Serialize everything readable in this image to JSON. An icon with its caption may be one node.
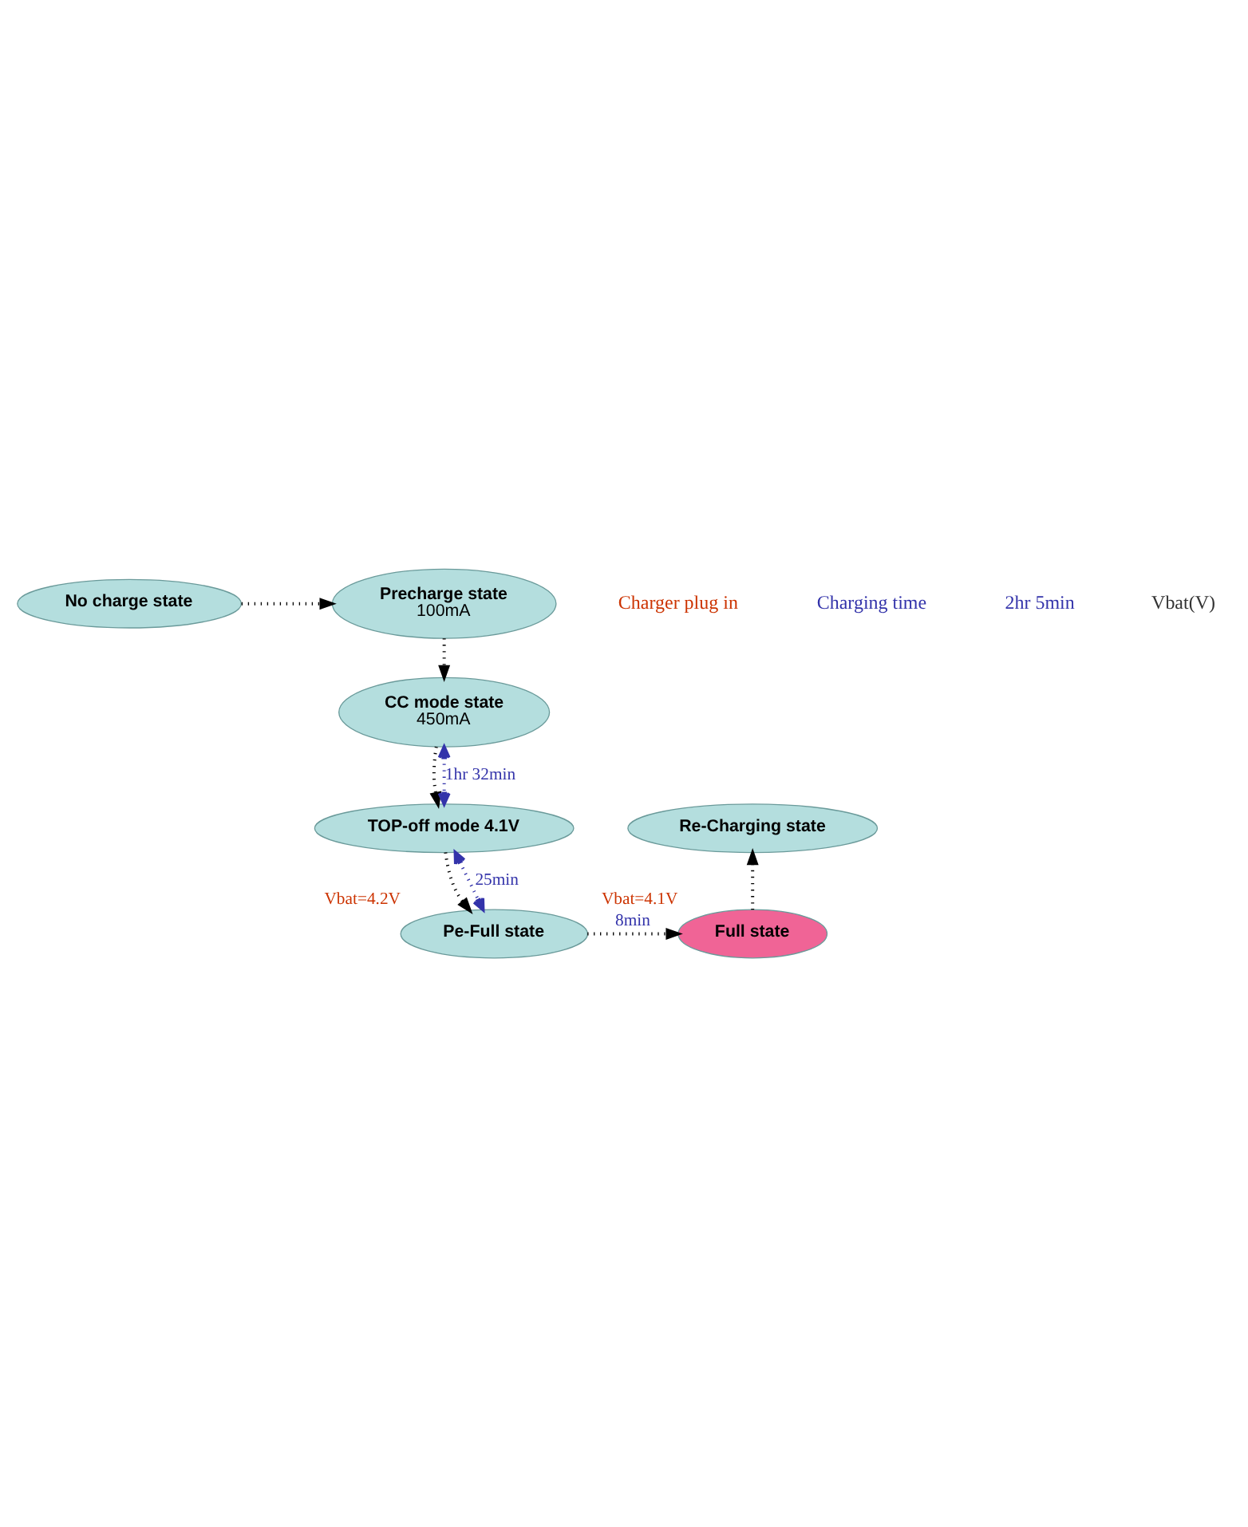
{
  "diagram": {
    "nodes": [
      {
        "text": [
          "No charge state"
        ]
      },
      {
        "text": [
          "Precharge state",
          "100mA"
        ]
      },
      {
        "text": [
          "CC mode state",
          "450mA"
        ]
      },
      {
        "text": [
          "TOP-off mode 4.1V"
        ]
      },
      {
        "text": [
          "Pe-Full state"
        ],
        "beside": [
          "Vbat=4.2V"
        ]
      },
      {
        "text": [
          "Full state"
        ],
        "beside": [
          "Vbat=4.1V"
        ]
      },
      {
        "text": [
          "Re-Charging state"
        ]
      }
    ],
    "edges": [
      {
        "from": 0,
        "to": 1,
        "arrow": "to",
        "style": "dashed"
      },
      {
        "from": 1,
        "to": 2,
        "arrow": "to",
        "style": "dashed"
      },
      {
        "from": 2,
        "to": 3,
        "arrow": "to",
        "style": "dashed"
      },
      {
        "from": 3,
        "to": 4,
        "arrow": "to",
        "style": "dashed"
      },
      {
        "from": 4,
        "to": 5,
        "arrow": "to",
        "style": "dashed",
        "label": "8min"
      },
      {
        "from": 5,
        "to": 6,
        "arrow": "to",
        "style": "dashed"
      },
      {
        "from": 2,
        "to": 3,
        "arrow": "both",
        "style": "dashed",
        "color": "#3333aa",
        "label": "1hr 32min"
      },
      {
        "from": 3,
        "to": 4,
        "arrow": "both",
        "style": "dashed",
        "color": "#3333aa",
        "label": "25min"
      }
    ],
    "labels": [
      "Charger plug in",
      "Charging time",
      "2hr 5min",
      "Vbat(V)"
    ]
  }
}
